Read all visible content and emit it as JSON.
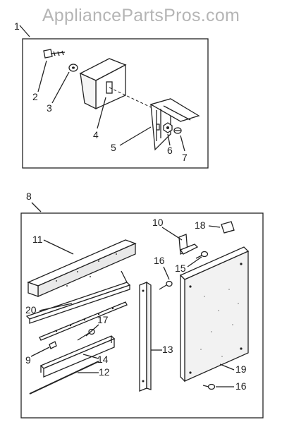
{
  "watermark": "AppliancePartsPros.com",
  "callouts": {
    "c1": "1",
    "c2": "2",
    "c3": "3",
    "c4": "4",
    "c5": "5",
    "c6": "6",
    "c7": "7",
    "c8": "8",
    "c9": "9",
    "c10": "10",
    "c11": "11",
    "c12": "12",
    "c13": "13",
    "c14": "14",
    "c15": "15",
    "c16a": "16",
    "c16b": "16",
    "c17": "17",
    "c18": "18",
    "c19": "19",
    "c20": "20"
  },
  "colors": {
    "ink": "#222222",
    "panel": "#f2f2f2",
    "wood": "#e9e9e9"
  }
}
